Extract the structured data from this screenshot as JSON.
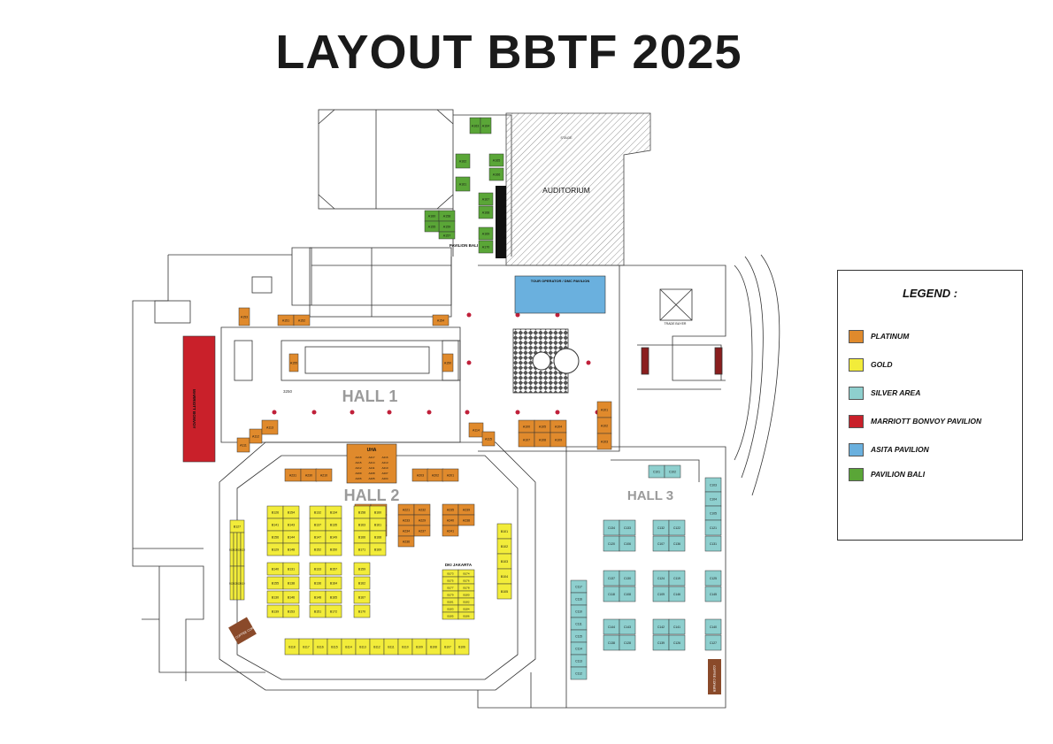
{
  "title": "LAYOUT BBTF 2025",
  "colors": {
    "platinum": "#e08a2c",
    "gold": "#f2ec3a",
    "silver": "#8ecfce",
    "marriott": "#c9202a",
    "asita": "#6ab0de",
    "bali": "#5aa637",
    "coffee": "#8a4a2a"
  },
  "halls": {
    "hall1": "HALL 1",
    "hall2": "HALL 2",
    "hall3": "HALL 3"
  },
  "areas": {
    "auditorium": "AUDITORIUM",
    "stage": "STAGE",
    "pavilion_bali": "PAVILION BALI",
    "tour_operator": "TOUR OPERATOR / DMC PAVILION",
    "uha": "UHA",
    "dki": "DKI JAKARTA",
    "trade_buyer": "TRADE BUYER",
    "marriott_label": "MARRIOTT BONVOY",
    "coffee1": "COFFEE CORNER",
    "coffee2": "COFFEE CORNER",
    "dim_3250": "3250"
  },
  "legend": {
    "title": "LEGEND :",
    "items": [
      {
        "label": "PLATINUM",
        "color": "#e08a2c"
      },
      {
        "label": "GOLD",
        "color": "#f2ec3a"
      },
      {
        "label": "SILVER AREA",
        "color": "#8ecfce"
      },
      {
        "label": "MARRIOTT BONVOY PAVILION",
        "color": "#c9202a"
      },
      {
        "label": "ASITA PAVILION",
        "color": "#6ab0de"
      },
      {
        "label": "PAVILION BALI",
        "color": "#5aa637"
      }
    ]
  },
  "booths": {
    "bali": [
      "A163",
      "A164",
      "A162",
      "A161",
      "A165",
      "A166",
      "A167",
      "A168",
      "A169",
      "A170",
      "A160",
      "A158",
      "A159",
      "A155",
      "A157"
    ],
    "platinum_hall1": [
      "A151",
      "A152",
      "A154",
      "A153",
      "A155",
      "A150",
      "A101",
      "A102",
      "A103",
      "A100",
      "A105",
      "A104",
      "A107",
      "A108",
      "A109",
      "A111",
      "A112",
      "A113",
      "A114",
      "A115"
    ],
    "platinum_hall2_top": [
      "A231",
      "A230",
      "A210",
      "A203",
      "A202",
      "A201"
    ],
    "uha": [
      "A218",
      "A217",
      "A216",
      "A215",
      "A214",
      "A213",
      "A212",
      "A211",
      "A210",
      "A209",
      "A208",
      "A207",
      "A206",
      "A205",
      "A204"
    ],
    "platinum_hall2": [
      "A222",
      "A224",
      "A223",
      "A225",
      "A226",
      "A227",
      "A228",
      "A221",
      "A232",
      "A233",
      "A229",
      "A234",
      "A237",
      "A236",
      "A235",
      "A239",
      "A240",
      "A238",
      "A241"
    ],
    "gold_cols": [
      "B126",
      "B141",
      "B156",
      "B129",
      "B140",
      "B155",
      "B130",
      "B139",
      "B154",
      "B143",
      "B144",
      "B148",
      "B131",
      "B138",
      "B146",
      "B153",
      "B132",
      "B137",
      "B147",
      "B152",
      "B133",
      "B136",
      "B148",
      "B151",
      "B134",
      "B135",
      "B149",
      "B150",
      "B157",
      "B164",
      "B165",
      "B172",
      "B158",
      "B163",
      "B166",
      "B171",
      "B159",
      "B162",
      "B167",
      "B170",
      "B160",
      "B161",
      "B168",
      "B169"
    ],
    "gold_left": [
      "B127",
      "B128",
      "B124",
      "B125",
      "B123",
      "B122",
      "B121",
      "B120",
      "B119"
    ],
    "dki": [
      "B173",
      "B174",
      "B175",
      "B176",
      "B177",
      "B178",
      "B179",
      "B180",
      "B181",
      "B182",
      "B183",
      "B184",
      "B185",
      "B186"
    ],
    "gold_right": [
      "B101",
      "B102",
      "B103",
      "B104",
      "B105"
    ],
    "gold_bottom": [
      "B118",
      "B117",
      "B116",
      "B115",
      "B114",
      "B113",
      "B112",
      "B111",
      "B110",
      "B109",
      "B108",
      "B107",
      "B106"
    ],
    "silver": [
      "C101",
      "C102",
      "C103",
      "C104",
      "C105",
      "C134",
      "C133",
      "C132",
      "C122",
      "C121",
      "C120",
      "C106",
      "C107",
      "C136",
      "C131",
      "C137",
      "C130",
      "C124",
      "C119",
      "C125",
      "C118",
      "C108",
      "C109",
      "C146",
      "C145",
      "C144",
      "C143",
      "C142",
      "C141",
      "C140",
      "C138",
      "C128",
      "C139",
      "C126",
      "C127",
      "C117",
      "C116",
      "C110",
      "C111",
      "C115",
      "C114",
      "C113",
      "C112"
    ]
  }
}
